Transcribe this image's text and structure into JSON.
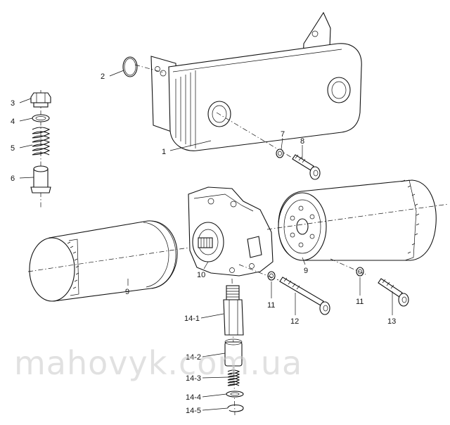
{
  "labels": {
    "l1": "1",
    "l2": "2",
    "l3": "3",
    "l4": "4",
    "l5": "5",
    "l6": "6",
    "l7": "7",
    "l8": "8",
    "l9a": "9",
    "l9b": "9",
    "l10": "10",
    "l11a": "11",
    "l11b": "11",
    "l12": "12",
    "l13": "13",
    "l14_1": "14-1",
    "l14_2": "14-2",
    "l14_3": "14-3",
    "l14_4": "14-4",
    "l14_5": "14-5"
  },
  "watermark": "mahovyk.com.ua"
}
